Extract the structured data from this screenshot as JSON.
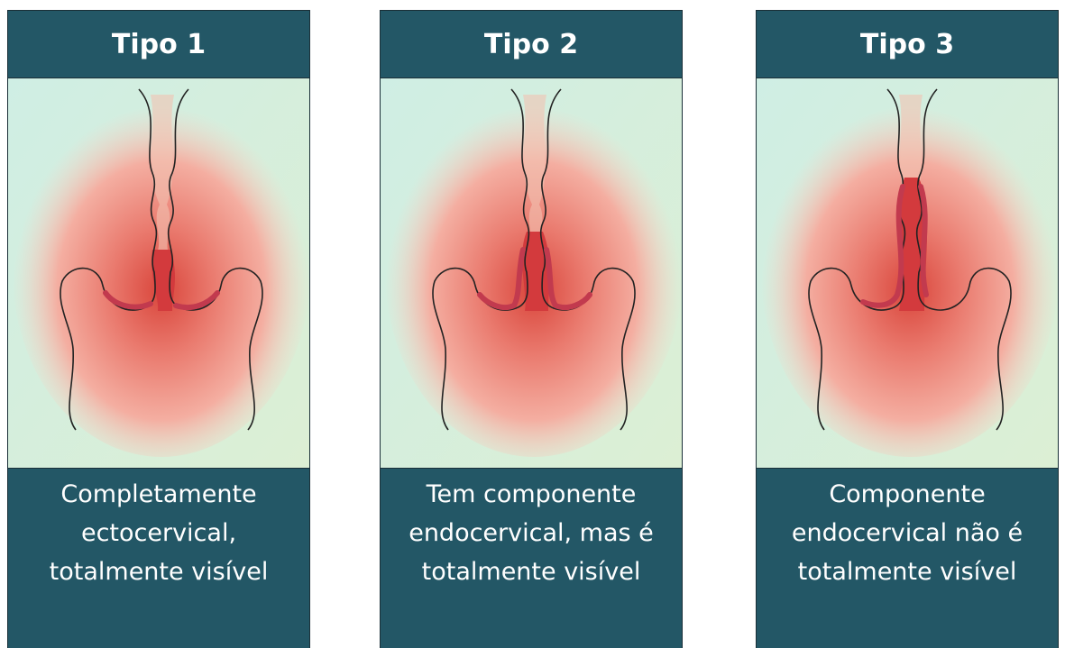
{
  "panels": [
    {
      "title": "Tipo 1",
      "description_lines": [
        "Completamente",
        "ectocervical,",
        "totalmente visível"
      ]
    },
    {
      "title": "Tipo 2",
      "description_lines": [
        "Tem componente",
        "endocervical, mas é",
        "totalmente visível"
      ]
    },
    {
      "title": "Tipo 3",
      "description_lines": [
        "Componente",
        "endocervical não é",
        "totalmente visível"
      ]
    }
  ],
  "colors": {
    "panel_fill": "#235766",
    "background_mint": "#d4ecdf",
    "tissue_pink": "#f2a39a",
    "tissue_red": "#d9453b",
    "epithelium_red": "#c23a4e"
  }
}
